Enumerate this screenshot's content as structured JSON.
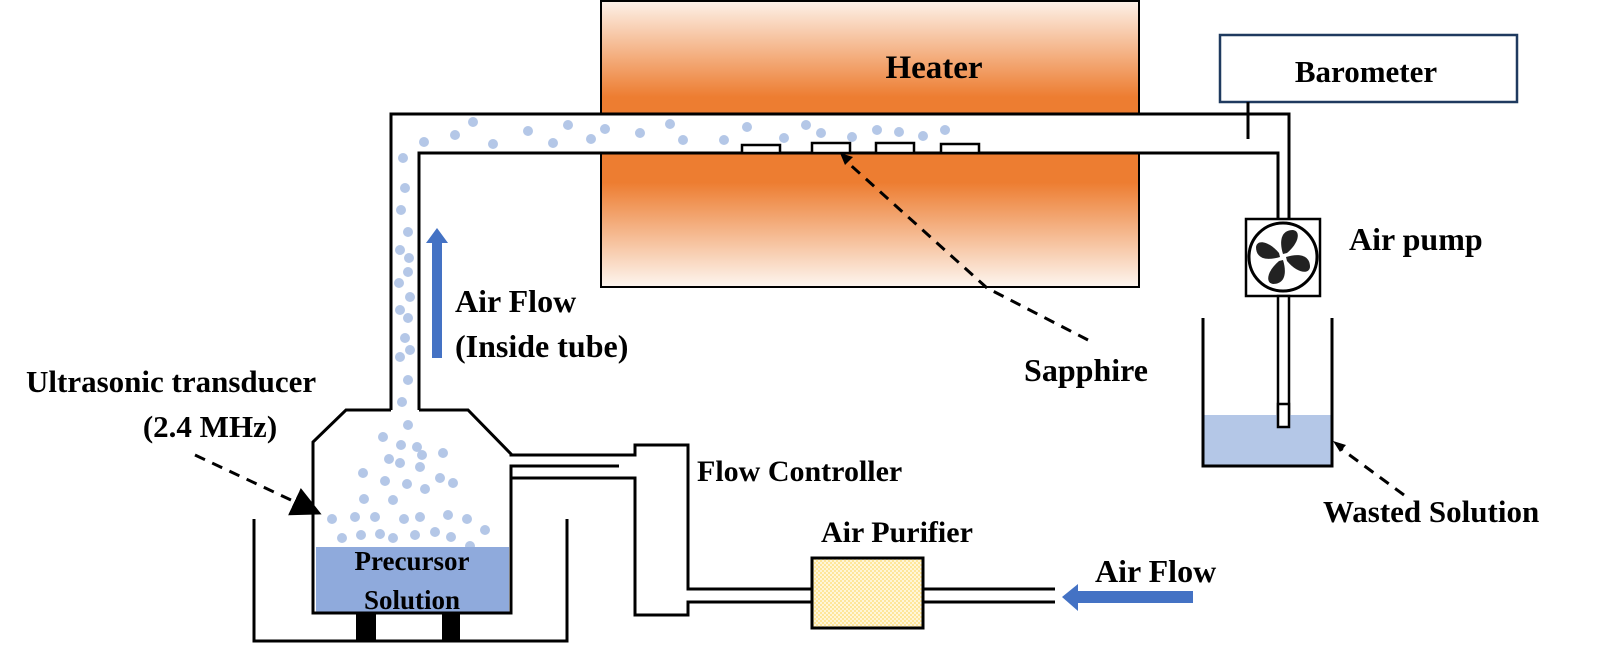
{
  "diagram": {
    "title": "Ultrasonic spray pyrolysis setup",
    "colors": {
      "heater_dark": "#ED7D31",
      "heater_light": "#FDF1E8",
      "droplet": "#B4C7E7",
      "precursor_liquid": "#8FAADC",
      "waste_liquid": "#B4C7E7",
      "flow_arrow": "#4472C4",
      "purifier_fill": "#FFE699",
      "barometer_border": "#1F3A5F",
      "line": "#000000"
    },
    "labels": {
      "heater": "Heater",
      "barometer": "Barometer",
      "air_pump": "Air pump",
      "sapphire": "Sapphire",
      "air_flow_inside": "Air Flow",
      "air_flow_inside_note": "(Inside tube)",
      "transducer": "Ultrasonic transducer",
      "transducer_freq": "(2.4 MHz)",
      "precursor_line1": "Precursor",
      "precursor_line2": "Solution",
      "flow_controller": "Flow Controller",
      "air_purifier": "Air Purifier",
      "air_flow_inlet": "Air Flow",
      "wasted_solution": "Wasted Solution"
    },
    "sapphire_substrate_count": 4
  }
}
